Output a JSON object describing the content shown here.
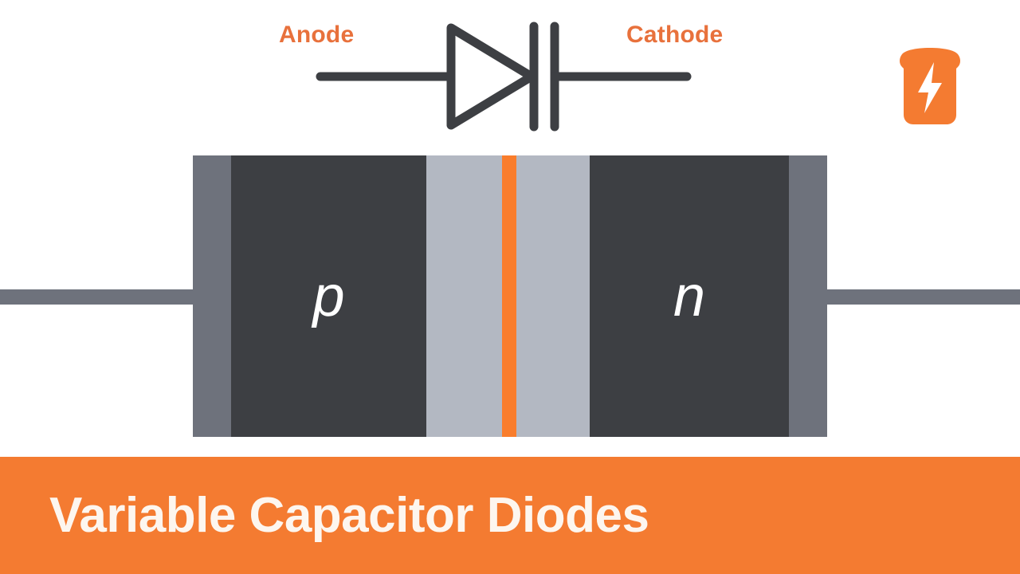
{
  "symbol": {
    "anode_label": "Anode",
    "cathode_label": "Cathode",
    "type": "varicap-diode-symbol",
    "stroke_color": "#3d3f43"
  },
  "logo": {
    "name": "toast-lightning-logo",
    "shape": "bread-slice",
    "glyph": "lightning-bolt",
    "background_color": "#f47b31",
    "glyph_color": "#ffffff"
  },
  "cross_section": {
    "p_region_label": "p",
    "n_region_label": "n",
    "lead_color": "#6e727c",
    "semiconductor_color": "#3d3f43",
    "depletion_color": "#b3b8c2",
    "junction_color": "#f97d2c"
  },
  "banner": {
    "title": "Variable Capacitor Diodes",
    "background_color": "#f47b31",
    "text_color": "#fdf6ef"
  }
}
